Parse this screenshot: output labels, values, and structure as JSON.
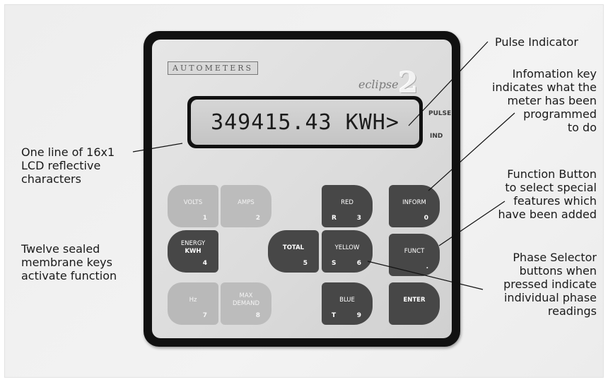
{
  "meter": {
    "brand": "AUTOMETERS",
    "model": "eclipse",
    "model_number": "2",
    "display": "349415.43 KWH>",
    "pulse_label": "PULSE",
    "ind_label": "IND"
  },
  "keys": {
    "volts": {
      "name": "VOLTS",
      "num": "1"
    },
    "amps": {
      "name": "AMPS",
      "num": "2"
    },
    "energy": {
      "name1": "ENERGY",
      "name2": "KWH",
      "num": "4"
    },
    "hz": {
      "name": "Hz",
      "num": "7"
    },
    "maxdemand": {
      "name1": "MAX",
      "name2": "DEMAND",
      "num": "8"
    },
    "total": {
      "name": "TOTAL",
      "num": "5"
    },
    "red": {
      "name": "RED",
      "ltr": "R",
      "num": "3"
    },
    "yellow": {
      "name": "YELLOW",
      "ltr": "S",
      "num": "6"
    },
    "blue": {
      "name": "BLUE",
      "ltr": "T",
      "num": "9"
    },
    "inform": {
      "name": "INFORM",
      "num": "0"
    },
    "funct": {
      "name": "FUNCT",
      "num": "."
    },
    "enter": {
      "name": "ENTER"
    }
  },
  "callouts": {
    "lcd": [
      "One line of 16x1",
      "LCD reflective",
      "characters"
    ],
    "keys": [
      "Twelve sealed",
      "membrane keys",
      "activate function"
    ],
    "pulse": [
      "Pulse Indicator"
    ],
    "info": [
      "Infomation key",
      "indicates what the",
      "meter has been",
      "programmed",
      "to do"
    ],
    "function": [
      "Function Button",
      "to select special",
      "features which",
      "have been added"
    ],
    "phase": [
      "Phase Selector",
      "buttons when",
      "pressed indicate",
      "individual phase",
      "readings"
    ]
  }
}
